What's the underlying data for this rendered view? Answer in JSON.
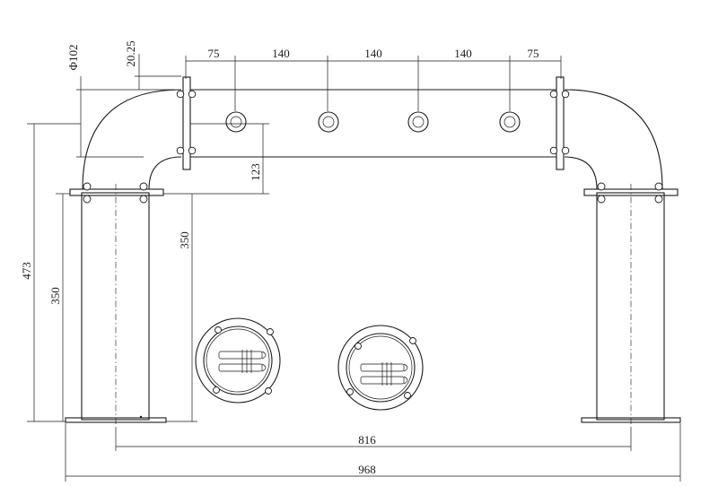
{
  "dimensions": {
    "diameter": "Φ102",
    "flange_offset": "20.25",
    "tap_spacing": [
      "75",
      "140",
      "140",
      "140",
      "75"
    ],
    "bridge_height": "123",
    "column_height_inner": "350",
    "column_height_outer": "350",
    "total_height": "473",
    "column_spacing": "816",
    "total_width": "968"
  }
}
